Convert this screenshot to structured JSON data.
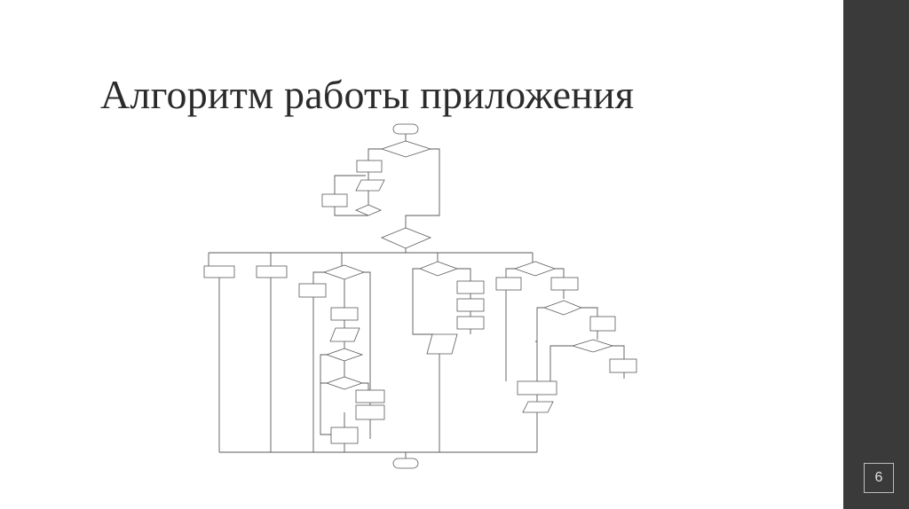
{
  "slide": {
    "title": "Алгоритм работы приложения",
    "page_number": "6"
  },
  "colors": {
    "background": "#ffffff",
    "sidebar": "#3a3a3a",
    "title_text": "#2b2b2b",
    "diagram_lines": "#5a5a5a"
  },
  "flowchart": {
    "description_note": "",
    "shapes": [
      {
        "kind": "terminator"
      },
      {
        "kind": "decision"
      },
      {
        "kind": "process"
      },
      {
        "kind": "io"
      },
      {
        "kind": "process"
      },
      {
        "kind": "decision"
      },
      {
        "kind": "decision"
      },
      {
        "kind": "process"
      },
      {
        "kind": "process"
      },
      {
        "kind": "decision"
      },
      {
        "kind": "process"
      },
      {
        "kind": "process"
      },
      {
        "kind": "process"
      },
      {
        "kind": "io"
      },
      {
        "kind": "decision"
      },
      {
        "kind": "decision"
      },
      {
        "kind": "predefined"
      },
      {
        "kind": "predefined"
      },
      {
        "kind": "process"
      },
      {
        "kind": "decision"
      },
      {
        "kind": "predefined"
      },
      {
        "kind": "predefined"
      },
      {
        "kind": "predefined"
      },
      {
        "kind": "predefined"
      },
      {
        "kind": "predefined"
      },
      {
        "kind": "io"
      },
      {
        "kind": "decision"
      },
      {
        "kind": "predefined"
      },
      {
        "kind": "predefined"
      },
      {
        "kind": "decision"
      },
      {
        "kind": "predefined"
      },
      {
        "kind": "decision"
      },
      {
        "kind": "predefined"
      },
      {
        "kind": "process"
      },
      {
        "kind": "io"
      },
      {
        "kind": "terminator"
      }
    ]
  }
}
